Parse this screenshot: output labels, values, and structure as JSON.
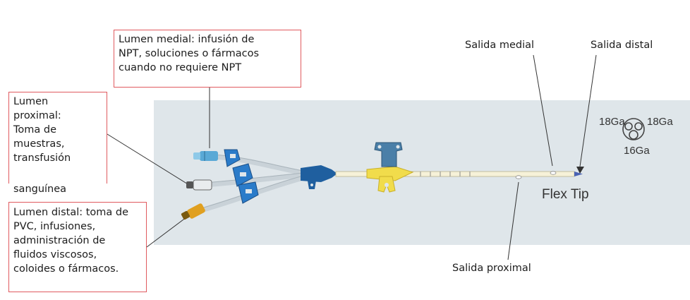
{
  "callouts": {
    "lumen_medial": "Lumen medial: infusión de\nNPT, soluciones o fármacos\ncuando no requiere NPT",
    "lumen_proximal": "Lumen\nproximal:\nToma de\nmuestras,\ntransfusión",
    "lumen_proximal_tail": "sanguínea",
    "lumen_distal": "Lumen distal: toma de\nPVC, infusiones,\nadministración de\nfluidos viscosos,\ncoloides o fármacos."
  },
  "labels": {
    "salida_medial": "Salida medial",
    "salida_distal": "Salida distal",
    "salida_proximal": "Salida proximal",
    "flex_tip": "Flex Tip"
  },
  "gauges": {
    "left": "18Ga",
    "right": "18Ga",
    "bottom": "16Ga"
  },
  "colors": {
    "callout_border": "#e05a5f",
    "panel_bg": "#dfe6ea",
    "hub_blue": "#1f5f9f",
    "clamp_blue": "#2a7bc9",
    "wing_yellow": "#f1dc4b",
    "medial_connector": "#5aa9d6",
    "distal_connector": "#e0a020"
  }
}
